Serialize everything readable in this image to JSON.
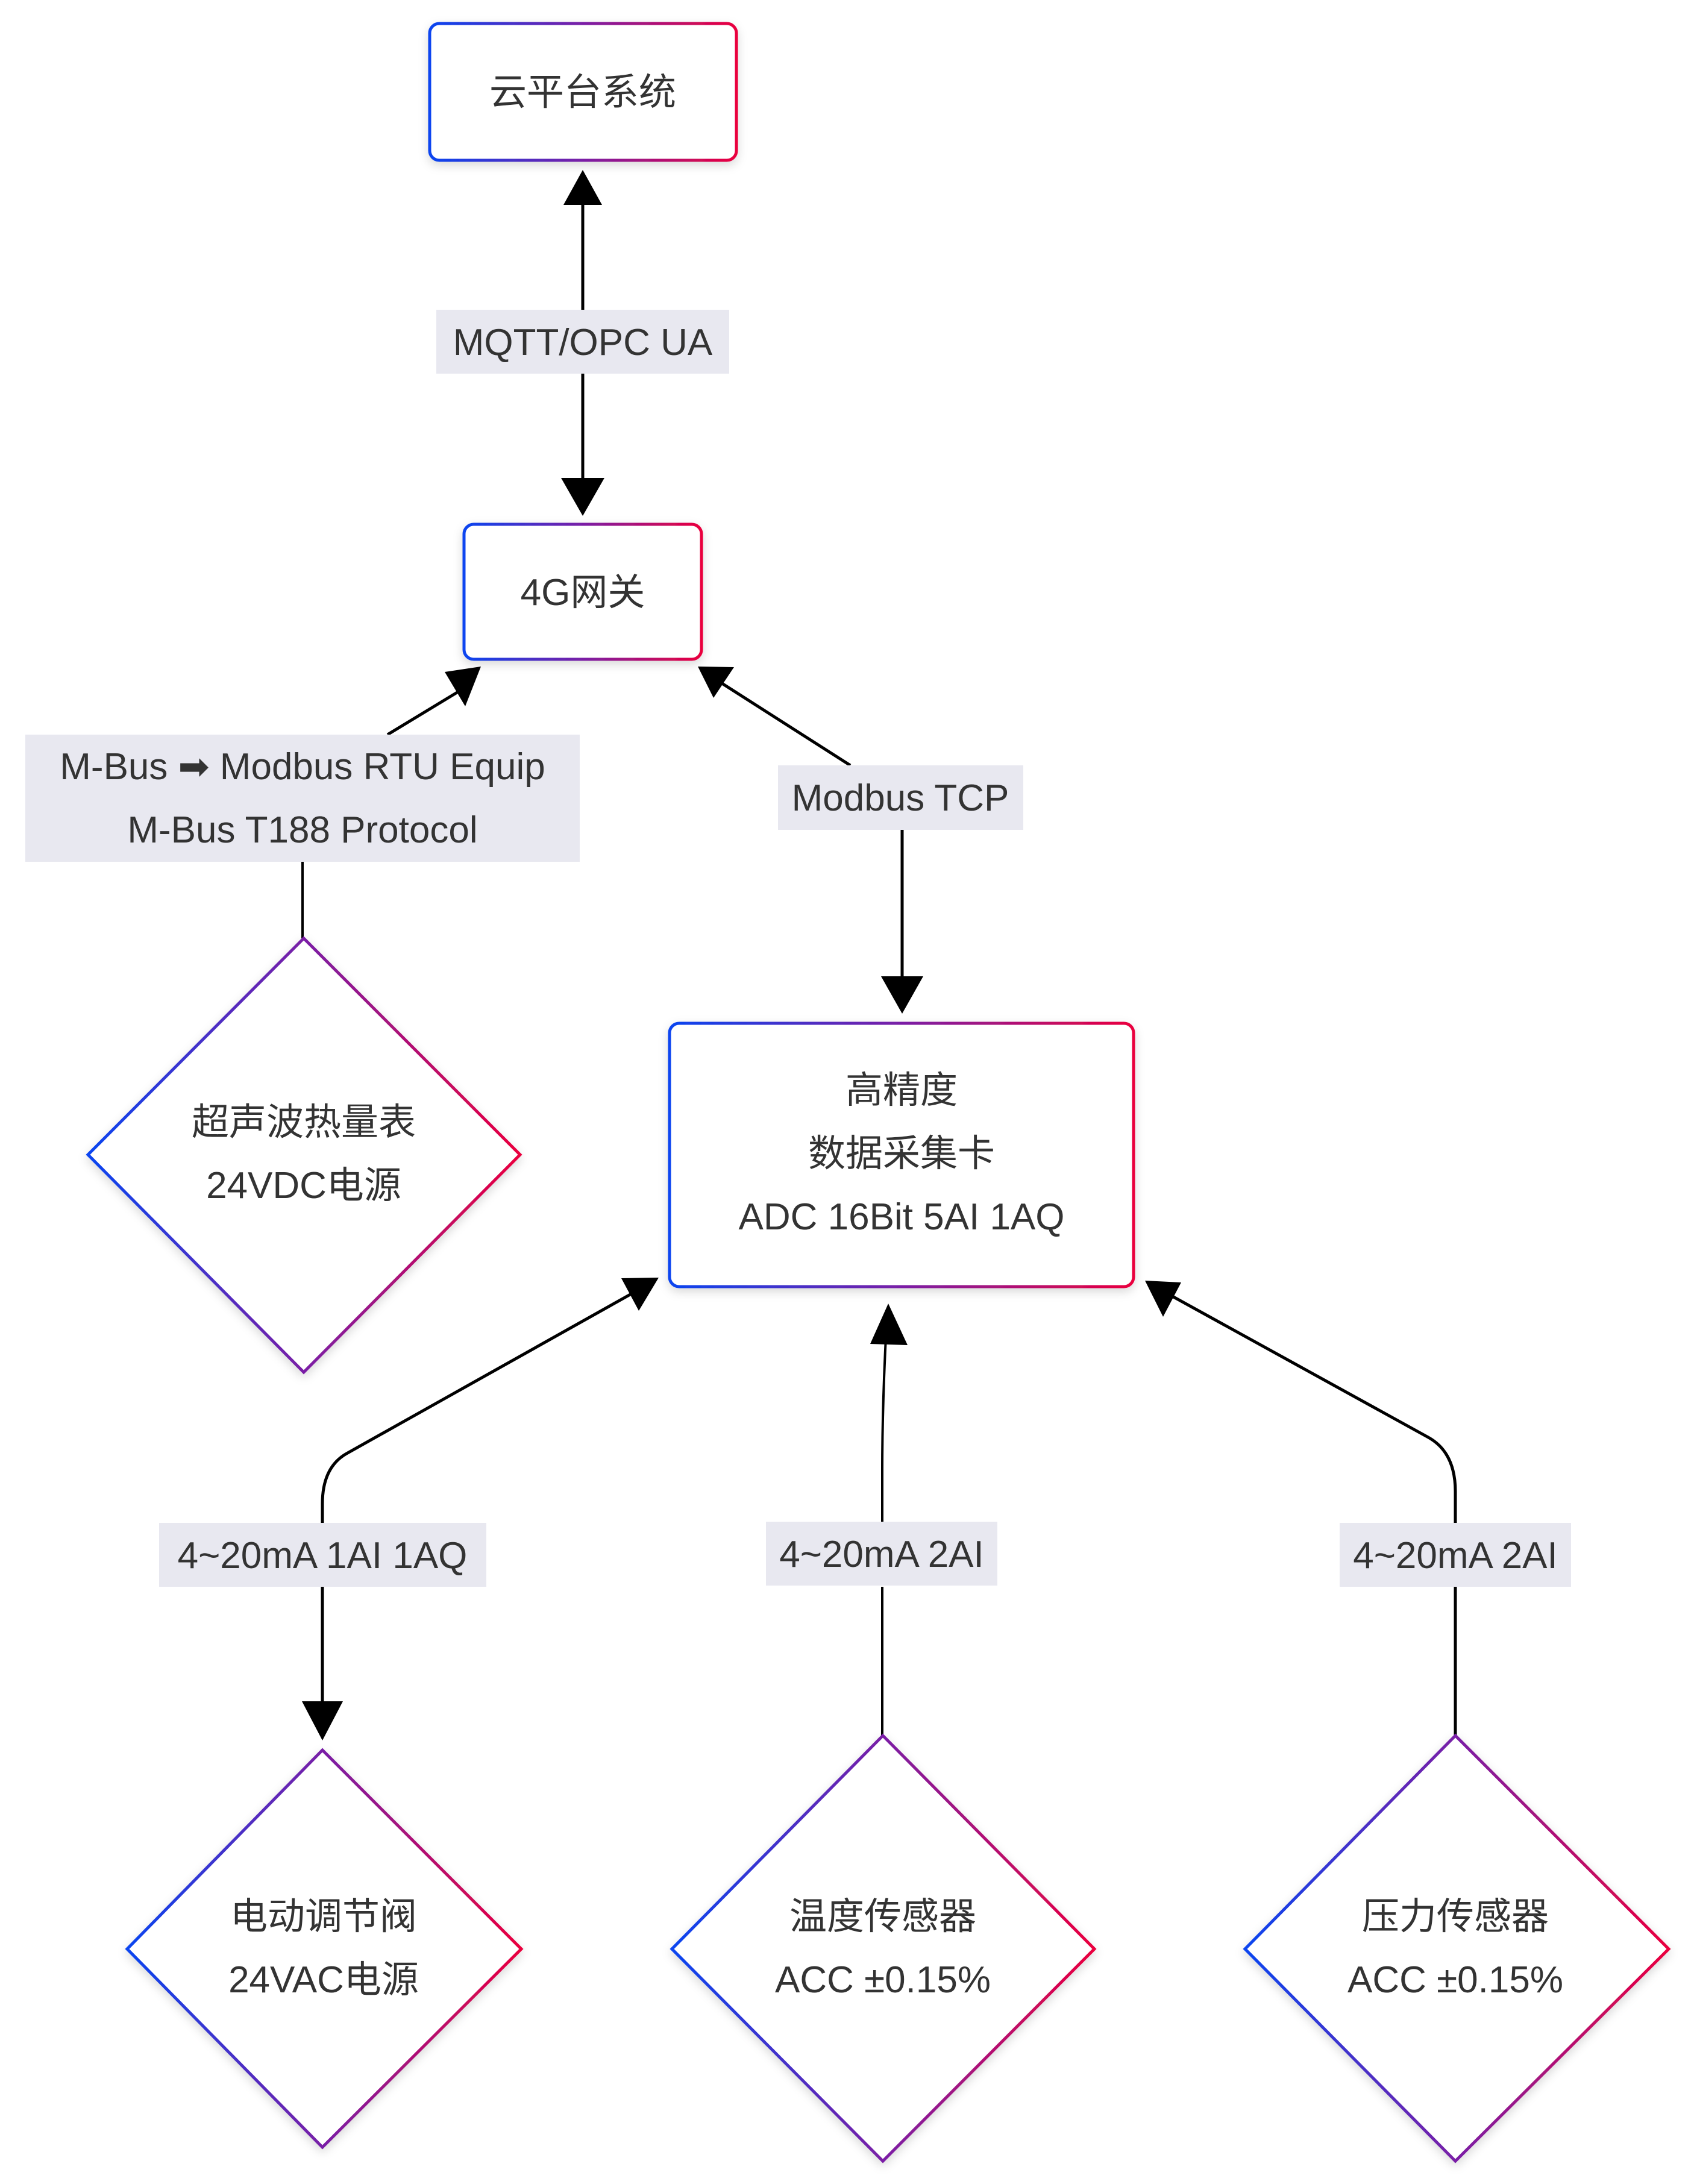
{
  "colors": {
    "gradient_start": "#0a45f0",
    "gradient_end": "#ea003e",
    "edge": "#000000",
    "label_background": "#e8e8f0",
    "text": "#333333"
  },
  "nodes": {
    "cloud": {
      "shape": "rounded-rect",
      "lines": [
        "云平台系统"
      ]
    },
    "gateway": {
      "shape": "rounded-rect",
      "lines": [
        "4G网关"
      ]
    },
    "heat_meter": {
      "shape": "diamond",
      "lines": [
        "超声波热量表",
        "24VDC电源"
      ]
    },
    "collector": {
      "shape": "rounded-rect",
      "lines": [
        "高精度",
        "数据采集卡",
        "ADC 16Bit 5AI 1AQ"
      ]
    },
    "valve": {
      "shape": "diamond",
      "lines": [
        "电动调节阀",
        "24VAC电源"
      ]
    },
    "temp_sensor": {
      "shape": "diamond",
      "lines": [
        "温度传感器",
        "ACC ±0.15%"
      ]
    },
    "pressure_sensor": {
      "shape": "diamond",
      "lines": [
        "压力传感器",
        "ACC ±0.15%"
      ]
    }
  },
  "edges": [
    {
      "from": "gateway",
      "to": "cloud",
      "direction": "both",
      "label_lines": [
        "MQTT/OPC UA"
      ]
    },
    {
      "from": "heat_meter",
      "to": "gateway",
      "direction": "forward",
      "label_lines": [
        "M-Bus ➡ Modbus RTU Equip",
        "M-Bus T188 Protocol"
      ]
    },
    {
      "from": "gateway",
      "to": "collector",
      "direction": "both",
      "label_lines": [
        "Modbus TCP"
      ]
    },
    {
      "from": "valve",
      "to": "collector",
      "direction": "both",
      "label_lines": [
        "4~20mA 1AI 1AQ"
      ]
    },
    {
      "from": "temp_sensor",
      "to": "collector",
      "direction": "forward",
      "label_lines": [
        "4~20mA 2AI"
      ]
    },
    {
      "from": "pressure_sensor",
      "to": "collector",
      "direction": "forward",
      "label_lines": [
        "4~20mA 2AI"
      ]
    }
  ]
}
